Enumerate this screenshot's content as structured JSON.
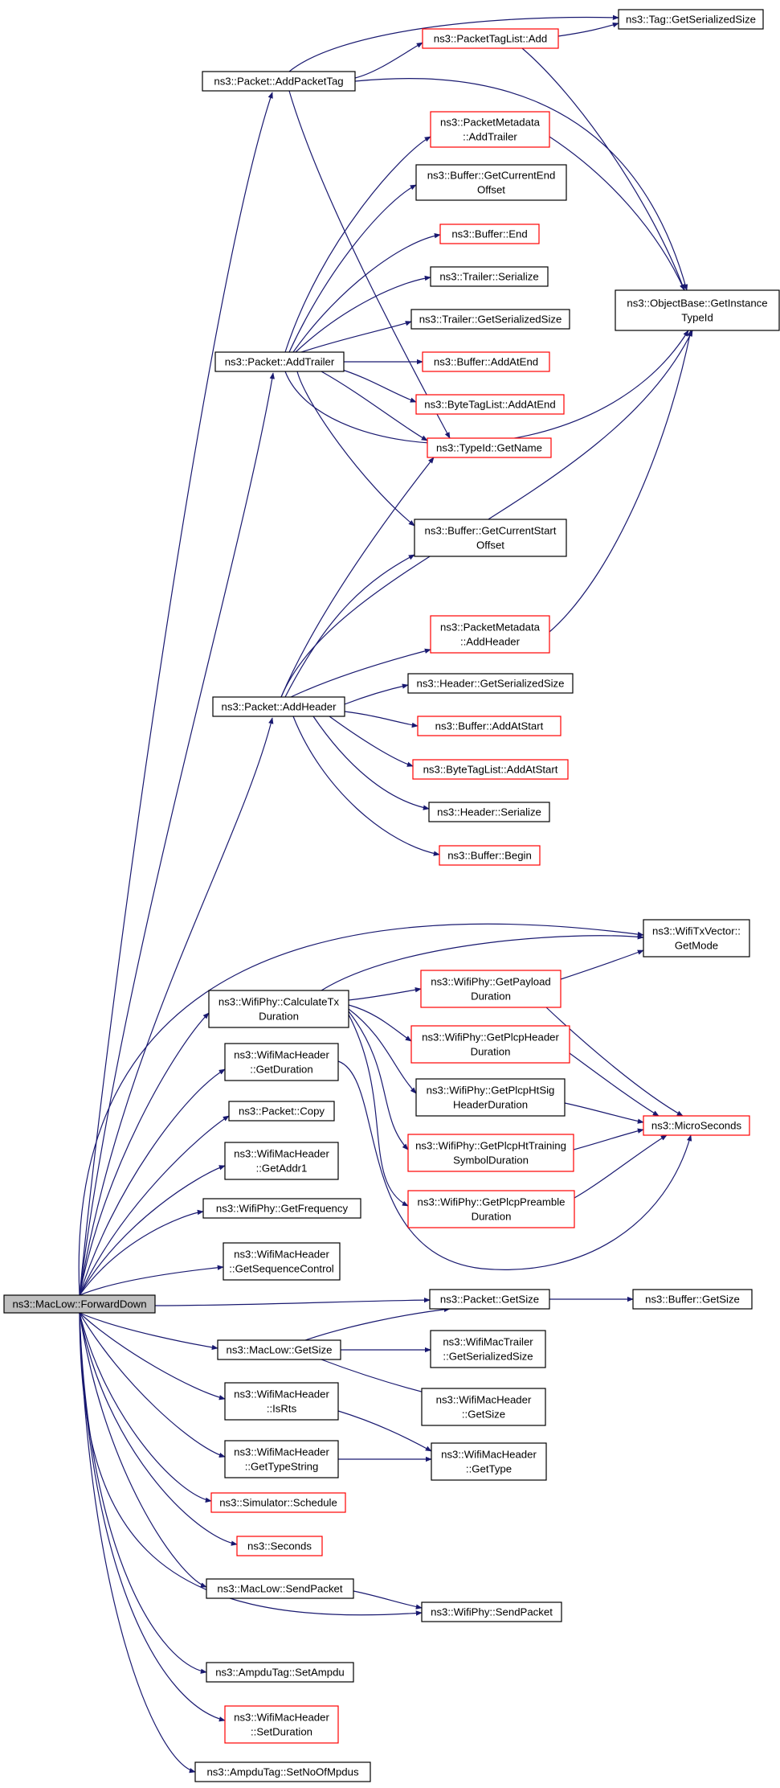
{
  "colors": {
    "edge": "#191970",
    "node_border_normal": "#000000",
    "node_border_truncated": "#ff0000",
    "root_fill": "#bfbfbf",
    "node_fill": "#ffffff"
  },
  "nodes": [
    {
      "id": "fwd",
      "lines": [
        "ns3::MacLow::ForwardDown"
      ],
      "style": "root"
    },
    {
      "id": "addpackettag",
      "lines": [
        "ns3::Packet::AddPacketTag"
      ],
      "style": "normal"
    },
    {
      "id": "packettaglist_add",
      "lines": [
        "ns3::PacketTagList::Add"
      ],
      "style": "truncated"
    },
    {
      "id": "tag_getser",
      "lines": [
        "ns3::Tag::GetSerializedSize"
      ],
      "style": "normal"
    },
    {
      "id": "objbase",
      "lines": [
        "ns3::ObjectBase::GetInstance",
        "TypeId"
      ],
      "style": "normal"
    },
    {
      "id": "pm_addtrailer",
      "lines": [
        "ns3::PacketMetadata",
        "::AddTrailer"
      ],
      "style": "truncated"
    },
    {
      "id": "buf_getcurend",
      "lines": [
        "ns3::Buffer::GetCurrentEnd",
        "Offset"
      ],
      "style": "normal"
    },
    {
      "id": "buf_end",
      "lines": [
        "ns3::Buffer::End"
      ],
      "style": "truncated"
    },
    {
      "id": "trailer_ser",
      "lines": [
        "ns3::Trailer::Serialize"
      ],
      "style": "normal"
    },
    {
      "id": "trailer_getser",
      "lines": [
        "ns3::Trailer::GetSerializedSize"
      ],
      "style": "normal"
    },
    {
      "id": "addtrailer",
      "lines": [
        "ns3::Packet::AddTrailer"
      ],
      "style": "normal"
    },
    {
      "id": "buf_addatend",
      "lines": [
        "ns3::Buffer::AddAtEnd"
      ],
      "style": "truncated"
    },
    {
      "id": "btl_addatend",
      "lines": [
        "ns3::ByteTagList::AddAtEnd"
      ],
      "style": "truncated"
    },
    {
      "id": "typeid_getname",
      "lines": [
        "ns3::TypeId::GetName"
      ],
      "style": "truncated"
    },
    {
      "id": "buf_getcurstart",
      "lines": [
        "ns3::Buffer::GetCurrentStart",
        "Offset"
      ],
      "style": "normal"
    },
    {
      "id": "pm_addheader",
      "lines": [
        "ns3::PacketMetadata",
        "::AddHeader"
      ],
      "style": "truncated"
    },
    {
      "id": "addheader",
      "lines": [
        "ns3::Packet::AddHeader"
      ],
      "style": "normal"
    },
    {
      "id": "header_getser",
      "lines": [
        "ns3::Header::GetSerializedSize"
      ],
      "style": "normal"
    },
    {
      "id": "buf_addatstart",
      "lines": [
        "ns3::Buffer::AddAtStart"
      ],
      "style": "truncated"
    },
    {
      "id": "btl_addatstart",
      "lines": [
        "ns3::ByteTagList::AddAtStart"
      ],
      "style": "truncated"
    },
    {
      "id": "header_ser",
      "lines": [
        "ns3::Header::Serialize"
      ],
      "style": "normal"
    },
    {
      "id": "buf_begin",
      "lines": [
        "ns3::Buffer::Begin"
      ],
      "style": "truncated"
    },
    {
      "id": "wtx_getmode",
      "lines": [
        "ns3::WifiTxVector::",
        "GetMode"
      ],
      "style": "normal"
    },
    {
      "id": "calctx",
      "lines": [
        "ns3::WifiPhy::CalculateTx",
        "Duration"
      ],
      "style": "normal"
    },
    {
      "id": "getpayload",
      "lines": [
        "ns3::WifiPhy::GetPayload",
        "Duration"
      ],
      "style": "truncated"
    },
    {
      "id": "wmh_getduration",
      "lines": [
        "ns3::WifiMacHeader",
        "::GetDuration"
      ],
      "style": "normal"
    },
    {
      "id": "getplcpheader",
      "lines": [
        "ns3::WifiPhy::GetPlcpHeader",
        "Duration"
      ],
      "style": "truncated"
    },
    {
      "id": "packet_copy",
      "lines": [
        "ns3::Packet::Copy"
      ],
      "style": "normal"
    },
    {
      "id": "getplcphtsig",
      "lines": [
        "ns3::WifiPhy::GetPlcpHtSig",
        "HeaderDuration"
      ],
      "style": "normal"
    },
    {
      "id": "microseconds",
      "lines": [
        "ns3::MicroSeconds"
      ],
      "style": "truncated"
    },
    {
      "id": "wmh_getaddr1",
      "lines": [
        "ns3::WifiMacHeader",
        "::GetAddr1"
      ],
      "style": "normal"
    },
    {
      "id": "getplcphttraining",
      "lines": [
        "ns3::WifiPhy::GetPlcpHtTraining",
        "SymbolDuration"
      ],
      "style": "truncated"
    },
    {
      "id": "getfrequency",
      "lines": [
        "ns3::WifiPhy::GetFrequency"
      ],
      "style": "normal"
    },
    {
      "id": "getplcppreamble",
      "lines": [
        "ns3::WifiPhy::GetPlcpPreamble",
        "Duration"
      ],
      "style": "truncated"
    },
    {
      "id": "wmh_getseqctrl",
      "lines": [
        "ns3::WifiMacHeader",
        "::GetSequenceControl"
      ],
      "style": "normal"
    },
    {
      "id": "packet_getsize",
      "lines": [
        "ns3::Packet::GetSize"
      ],
      "style": "normal"
    },
    {
      "id": "buf_getsize",
      "lines": [
        "ns3::Buffer::GetSize"
      ],
      "style": "normal"
    },
    {
      "id": "maclow_getsize",
      "lines": [
        "ns3::MacLow::GetSize"
      ],
      "style": "normal"
    },
    {
      "id": "wmt_getser",
      "lines": [
        "ns3::WifiMacTrailer",
        "::GetSerializedSize"
      ],
      "style": "normal"
    },
    {
      "id": "wmh_isrts",
      "lines": [
        "ns3::WifiMacHeader",
        "::IsRts"
      ],
      "style": "normal"
    },
    {
      "id": "wmh_getsize",
      "lines": [
        "ns3::WifiMacHeader",
        "::GetSize"
      ],
      "style": "normal"
    },
    {
      "id": "wmh_gettypestring",
      "lines": [
        "ns3::WifiMacHeader",
        "::GetTypeString"
      ],
      "style": "normal"
    },
    {
      "id": "wmh_gettype",
      "lines": [
        "ns3::WifiMacHeader",
        "::GetType"
      ],
      "style": "normal"
    },
    {
      "id": "sim_schedule",
      "lines": [
        "ns3::Simulator::Schedule"
      ],
      "style": "truncated"
    },
    {
      "id": "seconds",
      "lines": [
        "ns3::Seconds"
      ],
      "style": "truncated"
    },
    {
      "id": "maclow_sendpacket",
      "lines": [
        "ns3::MacLow::SendPacket"
      ],
      "style": "normal"
    },
    {
      "id": "wifiphy_sendpacket",
      "lines": [
        "ns3::WifiPhy::SendPacket"
      ],
      "style": "normal"
    },
    {
      "id": "ampdu_setampdu",
      "lines": [
        "ns3::AmpduTag::SetAmpdu"
      ],
      "style": "normal"
    },
    {
      "id": "wmh_setduration",
      "lines": [
        "ns3::WifiMacHeader",
        "::SetDuration"
      ],
      "style": "truncated"
    },
    {
      "id": "ampdu_setnoofmpdus",
      "lines": [
        "ns3::AmpduTag::SetNoOfMpdus"
      ],
      "style": "normal"
    }
  ]
}
